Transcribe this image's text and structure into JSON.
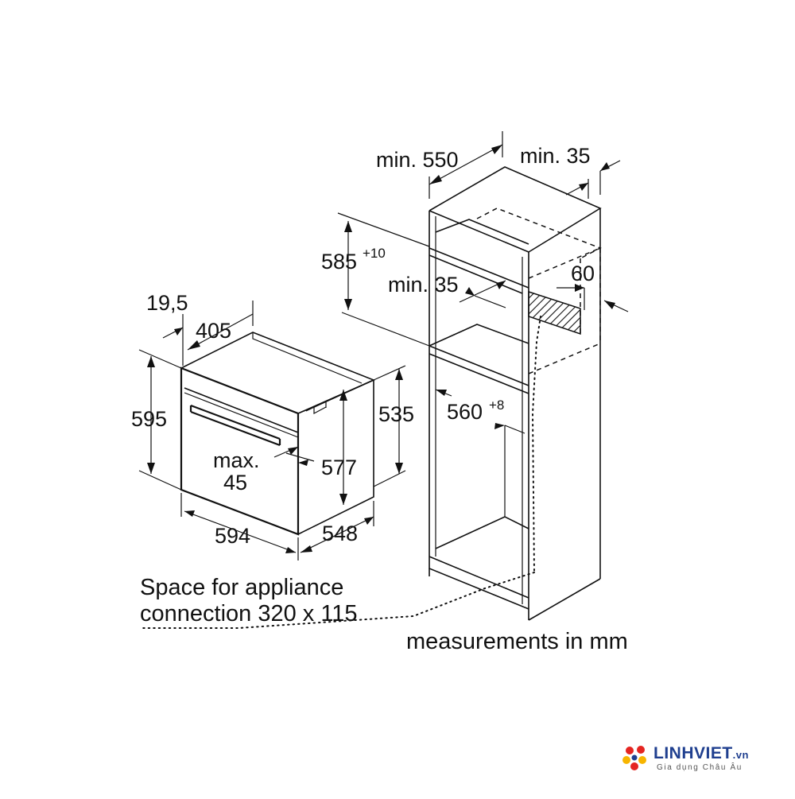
{
  "labels": {
    "min550": "min. 550",
    "min35_top": "min. 35",
    "d585": "585",
    "d585_tol": "+10",
    "min35_mid": "min. 35",
    "d60": "60",
    "d560": "560",
    "d560_tol": "+8",
    "d19_5": "19,5",
    "d405": "405",
    "d595": "595",
    "d535": "535",
    "max": "max.",
    "max_val": "45",
    "d577": "577",
    "d594": "594",
    "d548": "548"
  },
  "notes": {
    "space_line1": "Space for appliance",
    "space_line2": "connection 320 x 115",
    "units": "measurements in mm"
  },
  "logo": {
    "name": "LINHVIET",
    "ext": ".vn",
    "slogan": "Gia dụng Châu Âu",
    "colors": [
      "#e52521",
      "#f7b500",
      "#1f3f8f"
    ]
  }
}
